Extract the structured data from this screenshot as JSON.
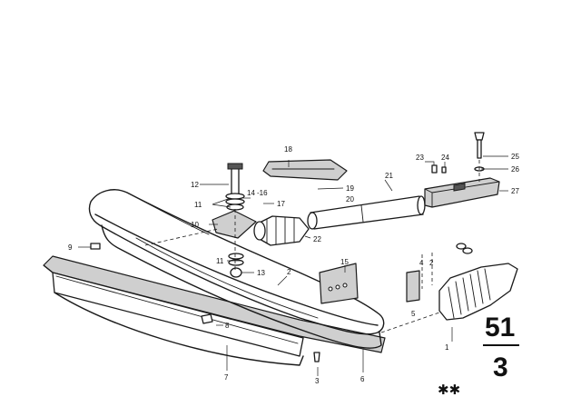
{
  "diagram": {
    "labels": {
      "p1": "1",
      "p2": "2",
      "p3": "3",
      "p4": "4",
      "p5": "5",
      "p6": "6",
      "p7": "7",
      "p8": "8",
      "p9": "9",
      "p10": "10",
      "p11a": "11",
      "p11b": "11",
      "p12": "12",
      "p13": "13",
      "p14": "14",
      "p15": "15",
      "p16": "-16",
      "p17": "17",
      "p18": "18",
      "p19": "19",
      "p20": "20",
      "p21": "21",
      "p22": "22",
      "p23": "23",
      "p24": "24",
      "p25": "25",
      "p26": "26",
      "p27": "27"
    },
    "group_number": "51",
    "subgroup_number": "3",
    "stars": "✱✱"
  }
}
